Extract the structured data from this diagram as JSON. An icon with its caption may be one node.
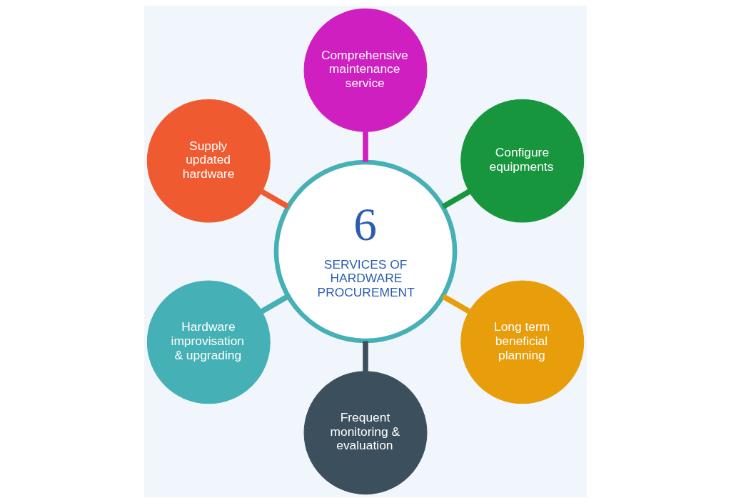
{
  "diagram": {
    "nodes": [
      {
        "text": [
          "6",
          "SERVICES OF HARDWARE PROCUREMENT"
        ]
      },
      {
        "text": [
          "Configure equipments"
        ]
      },
      {
        "text": [
          "Comprehensive maintenance service"
        ]
      },
      {
        "text": [
          "Supply updated hardware"
        ]
      },
      {
        "text": [
          "Hardware improvisation & upgrading"
        ]
      },
      {
        "text": [
          "Frequent monitoring & evaluation"
        ]
      },
      {
        "text": [
          "Long term beneficial planning"
        ]
      }
    ],
    "edges": [
      {
        "from": 0,
        "to": 1,
        "arrow": "none",
        "color": "#17963e"
      },
      {
        "from": 0,
        "to": 2,
        "arrow": "none",
        "color": "#d01fc0"
      },
      {
        "from": 0,
        "to": 3,
        "arrow": "none",
        "color": "#f05a30"
      },
      {
        "from": 0,
        "to": 4,
        "arrow": "none",
        "color": "#45b0b5"
      },
      {
        "from": 0,
        "to": 5,
        "arrow": "none",
        "color": "#3c4f5c"
      },
      {
        "from": 0,
        "to": 6,
        "arrow": "none",
        "color": "#e89d0a"
      }
    ]
  }
}
